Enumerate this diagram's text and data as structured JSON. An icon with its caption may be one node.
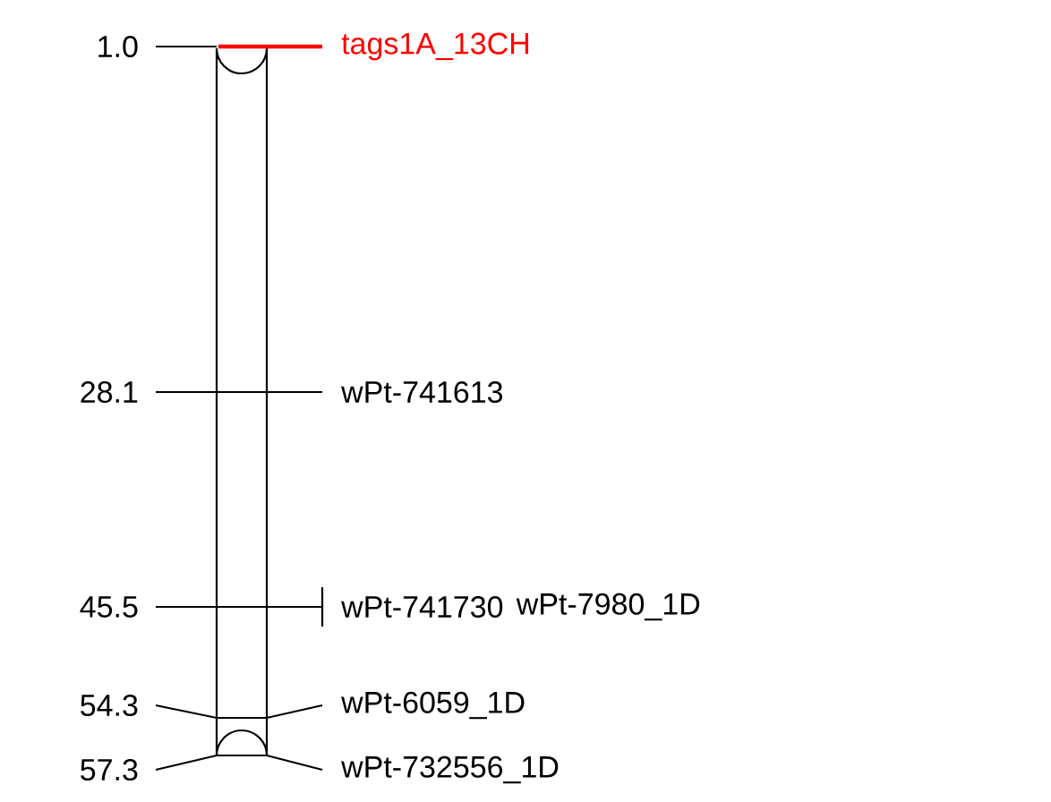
{
  "diagram": {
    "labels": [
      "1.0",
      "tags1A_13CH",
      "28.1",
      "wPt-741613",
      "45.5",
      "wPt-741730",
      "wPt-7980_1D",
      "54.3",
      "wPt-6059_1D",
      "57.3",
      "wPt-732556_1D"
    ]
  }
}
